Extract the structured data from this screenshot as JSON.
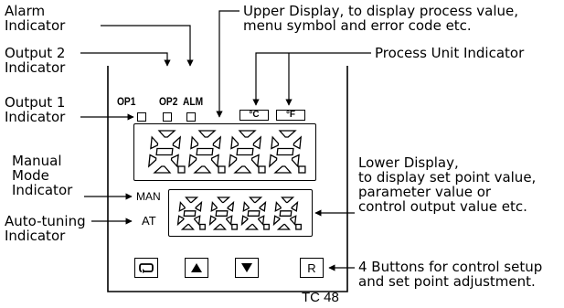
{
  "labels": {
    "alarm": [
      "Alarm",
      "Indicator"
    ],
    "output2": [
      "Output 2",
      "Indicator"
    ],
    "output1": [
      "Output 1",
      "Indicator"
    ],
    "manual": [
      "Manual",
      "Mode",
      "Indicator"
    ],
    "autotune": [
      "Auto-tuning",
      "Indicator"
    ],
    "upper_display": [
      "Upper Display, to display process value,",
      "menu symbol and error code etc."
    ],
    "process_unit": "Process Unit Indicator",
    "lower_display": [
      "Lower Display,",
      "to display set point value,",
      "parameter value or",
      "control output value etc."
    ],
    "buttons": [
      "4 Buttons for control setup",
      "and set point adjustment."
    ]
  },
  "panel": {
    "op1": "OP1",
    "op2": "OP2",
    "alm": "ALM",
    "unit_c": "°C",
    "unit_f": "°F",
    "man": "MAN",
    "at": "AT",
    "upper_digits": "8.8.8.8.",
    "lower_digits": "8.8.8.8.",
    "button_r": "R",
    "model": "TC 48"
  },
  "icons": [
    "cycle-icon",
    "up-arrow-icon",
    "down-arrow-icon"
  ]
}
